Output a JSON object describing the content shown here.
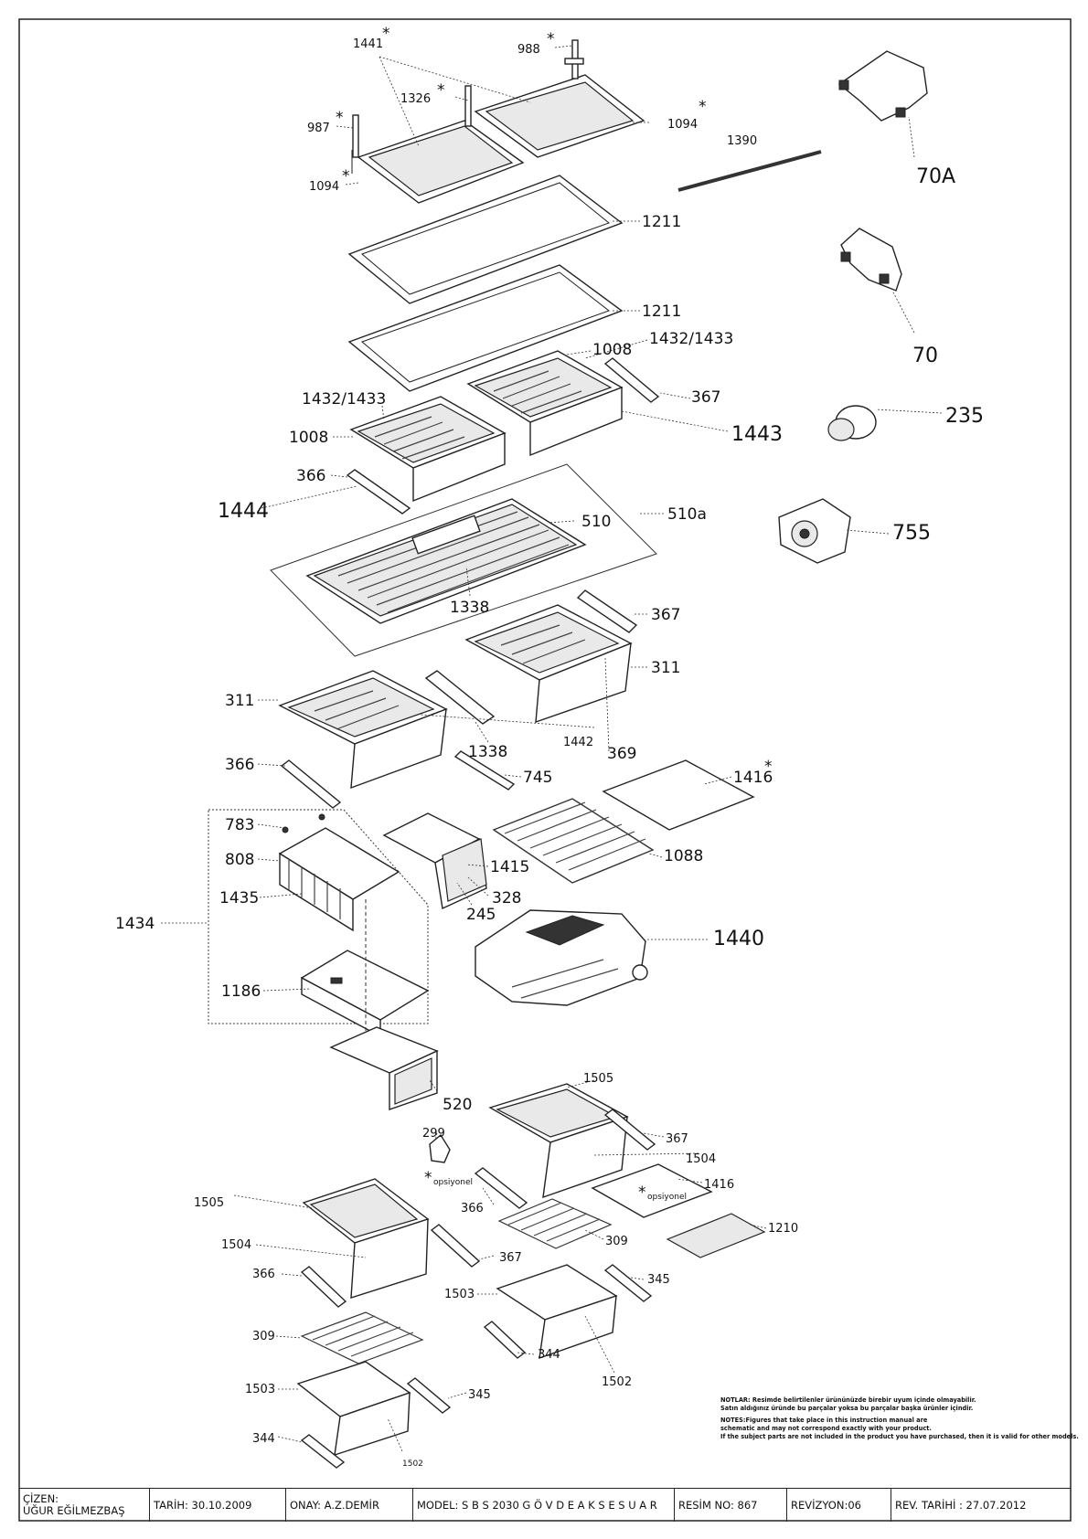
{
  "labels": {
    "p1441": "1441",
    "p988": "988",
    "p1326": "1326",
    "p987": "987",
    "p1094a": "1094",
    "p1094b": "1094",
    "p1390": "1390",
    "p70A": "70A",
    "p1211a": "1211",
    "p1211b": "1211",
    "p70": "70",
    "p1432a": "1432/1433",
    "p1008a": "1008",
    "p1432b": "1432/1433",
    "p1008b": "1008",
    "p367a": "367",
    "p1443": "1443",
    "p235": "235",
    "p366a": "366",
    "p1444": "1444",
    "p510": "510",
    "p510a": "510a",
    "p755": "755",
    "p1338a": "1338",
    "p367b": "367",
    "p311a": "311",
    "p311b": "311",
    "p1338b": "1338",
    "p1442": "1442",
    "p369": "369",
    "p366b": "366",
    "p745": "745",
    "p1416a": "1416",
    "p783": "783",
    "p808": "808",
    "p1435": "1435",
    "p1434": "1434",
    "p1415": "1415",
    "p1088": "1088",
    "p328": "328",
    "p245": "245",
    "p1440": "1440",
    "p1186": "1186",
    "p520": "520",
    "p1505a": "1505",
    "p299": "299",
    "p367c": "367",
    "p1504a": "1504",
    "p1416b": "1416",
    "p1505b": "1505",
    "p366c": "366",
    "p1210": "1210",
    "p1504b": "1504",
    "p309a": "309",
    "p367d": "367",
    "p366d": "366",
    "p345a": "345",
    "p1503a": "1503",
    "p309b": "309",
    "p344a": "344",
    "p1503b": "1503",
    "p1502a": "1502",
    "p345b": "345",
    "p344b": "344",
    "p1502b": "1502",
    "star": "*",
    "opsiyonel": "opsiyonel"
  },
  "notes": [
    "NOTLAR: Resimde belirtilenler ürününüzde birebir uyum içinde olmayabilir.",
    "Satın aldığınız üründe bu parçalar yoksa bu parçalar başka ürünler içindir.",
    "NOTES:Figures that take place in this instruction manual are",
    "schematic  and may not correspond exactly with your product.",
    "If the subject parts are not included in the product you have purchased, then it is valid for other models."
  ],
  "titleblock": {
    "cizen_label": "ÇİZEN:",
    "cizen_name": "UĞUR EĞİLMEZBAŞ",
    "tarih": "TARİH: 30.10.2009",
    "onay": "ONAY: A.Z.DEMİR",
    "model": "MODEL: S B S  2030 G Ö V D E  A K S E S U A R",
    "resim": "RESİM NO: 867",
    "revizyon": "REVİZYON:06",
    "rev_tarihi": "REV. TARİHİ : 27.07.2012"
  }
}
